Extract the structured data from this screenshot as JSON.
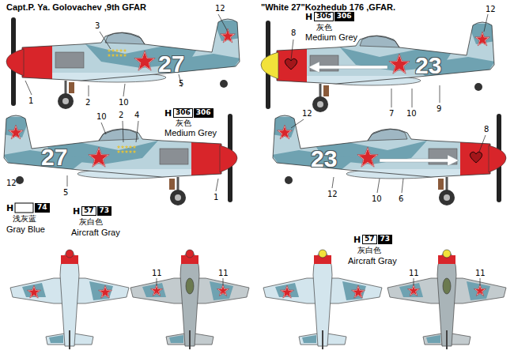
{
  "diagram": {
    "labels": [
      "Capt.P. Ya. Golovachev ,9th GFAR",
      "\"White 27\"Kozhedub 176 ,GFAR.",
      "12",
      "3",
      "27",
      "1",
      "2",
      "10",
      "5",
      "H",
      "306",
      "306",
      "灰色",
      "Medium Grey",
      "8",
      "12",
      "23",
      "7",
      "10",
      "9",
      "10",
      "2",
      "4",
      "H",
      "306",
      "306",
      "灰色",
      "Medium Grey",
      "27",
      "12",
      "5",
      "1",
      "H",
      "74",
      "浅灰蓝",
      "Gray Blue",
      "H",
      "57",
      "73",
      "灰白色",
      "Aircraft Gray",
      "12",
      "8",
      "23",
      "12",
      "10",
      "6",
      "H",
      "57",
      "73",
      "灰白色",
      "Aircraft Gray",
      "11",
      "11",
      "11",
      "11"
    ]
  }
}
